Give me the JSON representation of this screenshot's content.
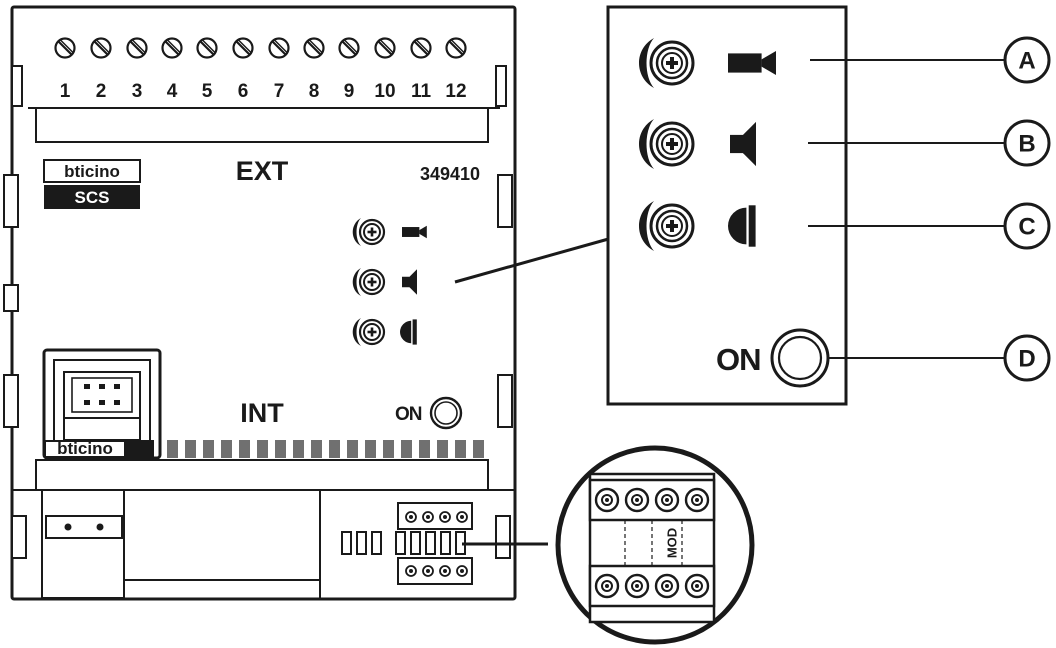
{
  "terminals": [
    "1",
    "2",
    "3",
    "4",
    "5",
    "6",
    "7",
    "8",
    "9",
    "10",
    "11",
    "12"
  ],
  "device": {
    "brand": "bticino",
    "product_line": "SCS",
    "model": "349410",
    "ext_label": "EXT",
    "int_label": "INT",
    "on_label": "ON",
    "bottom_brand": "bticino"
  },
  "detail": {
    "on_label": "ON",
    "callouts": [
      "A",
      "B",
      "C",
      "D"
    ],
    "adjusters": [
      "camera-icon",
      "speaker-icon",
      "microphone-icon"
    ]
  },
  "jumper_zoom": {
    "label": "MOD"
  }
}
